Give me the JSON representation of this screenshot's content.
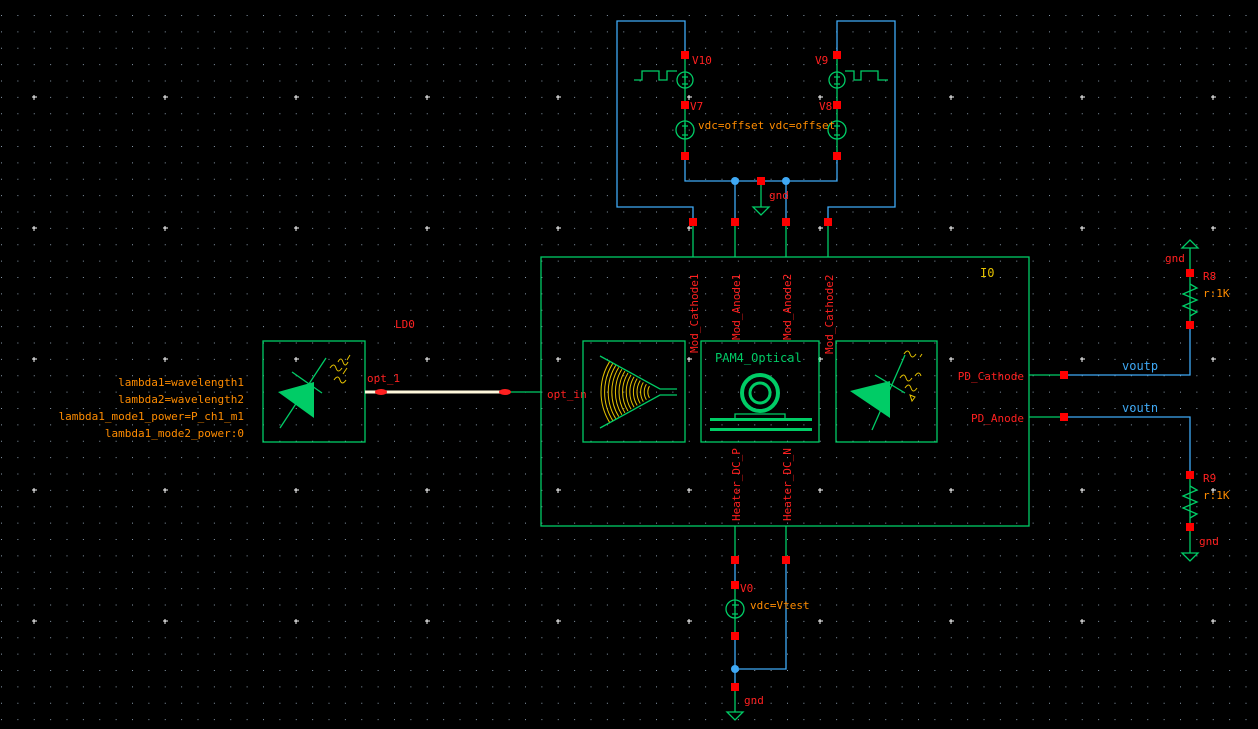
{
  "schematic": {
    "instance_label": "I0",
    "laser": {
      "name": "LD0",
      "pin": "opt_1",
      "params": [
        "lambda1=wavelength1",
        "lambda2=wavelength2",
        "lambda1_mode1_power=P_ch1_m1",
        "lambda1_mode2_power:0"
      ]
    },
    "block_pins": {
      "opt_in": "opt_in",
      "mod_cathode1": "Mod_Cathode1",
      "mod_anode1": "Mod_Anode1",
      "mod_anode2": "Mod_Anode2",
      "mod_cathode2": "Mod_Cathode2",
      "heater_p": "Heater_DC_P",
      "heater_n": "Heater_DC_N",
      "pd_cathode": "PD_Cathode",
      "pd_anode": "PD_Anode"
    },
    "modulator_label": "PAM4_Optical",
    "sources": {
      "v10": "V10",
      "v9": "V9",
      "v7": "V7",
      "v8": "V8",
      "v7_param": "vdc=offset",
      "v8_param": "vdc=offset",
      "v0": "V0",
      "v0_param": "vdc=Vtest"
    },
    "resistors": {
      "r8": "R8",
      "r8_param": "r:1K",
      "r9": "R9",
      "r9_param": "r:1K"
    },
    "nets": {
      "voutp": "voutp",
      "voutn": "voutn",
      "gnd": "gnd"
    }
  }
}
